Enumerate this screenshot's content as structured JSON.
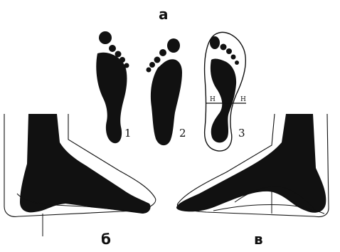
{
  "labels": {
    "top": "а",
    "bottom_left": "б",
    "bottom_right": "в"
  },
  "footprints": [
    {
      "number": "1"
    },
    {
      "number": "2"
    },
    {
      "number": "3"
    }
  ],
  "measure_marks": {
    "left": "Н",
    "right": "Н"
  },
  "colors": {
    "ink": "#111111",
    "background": "#ffffff"
  }
}
